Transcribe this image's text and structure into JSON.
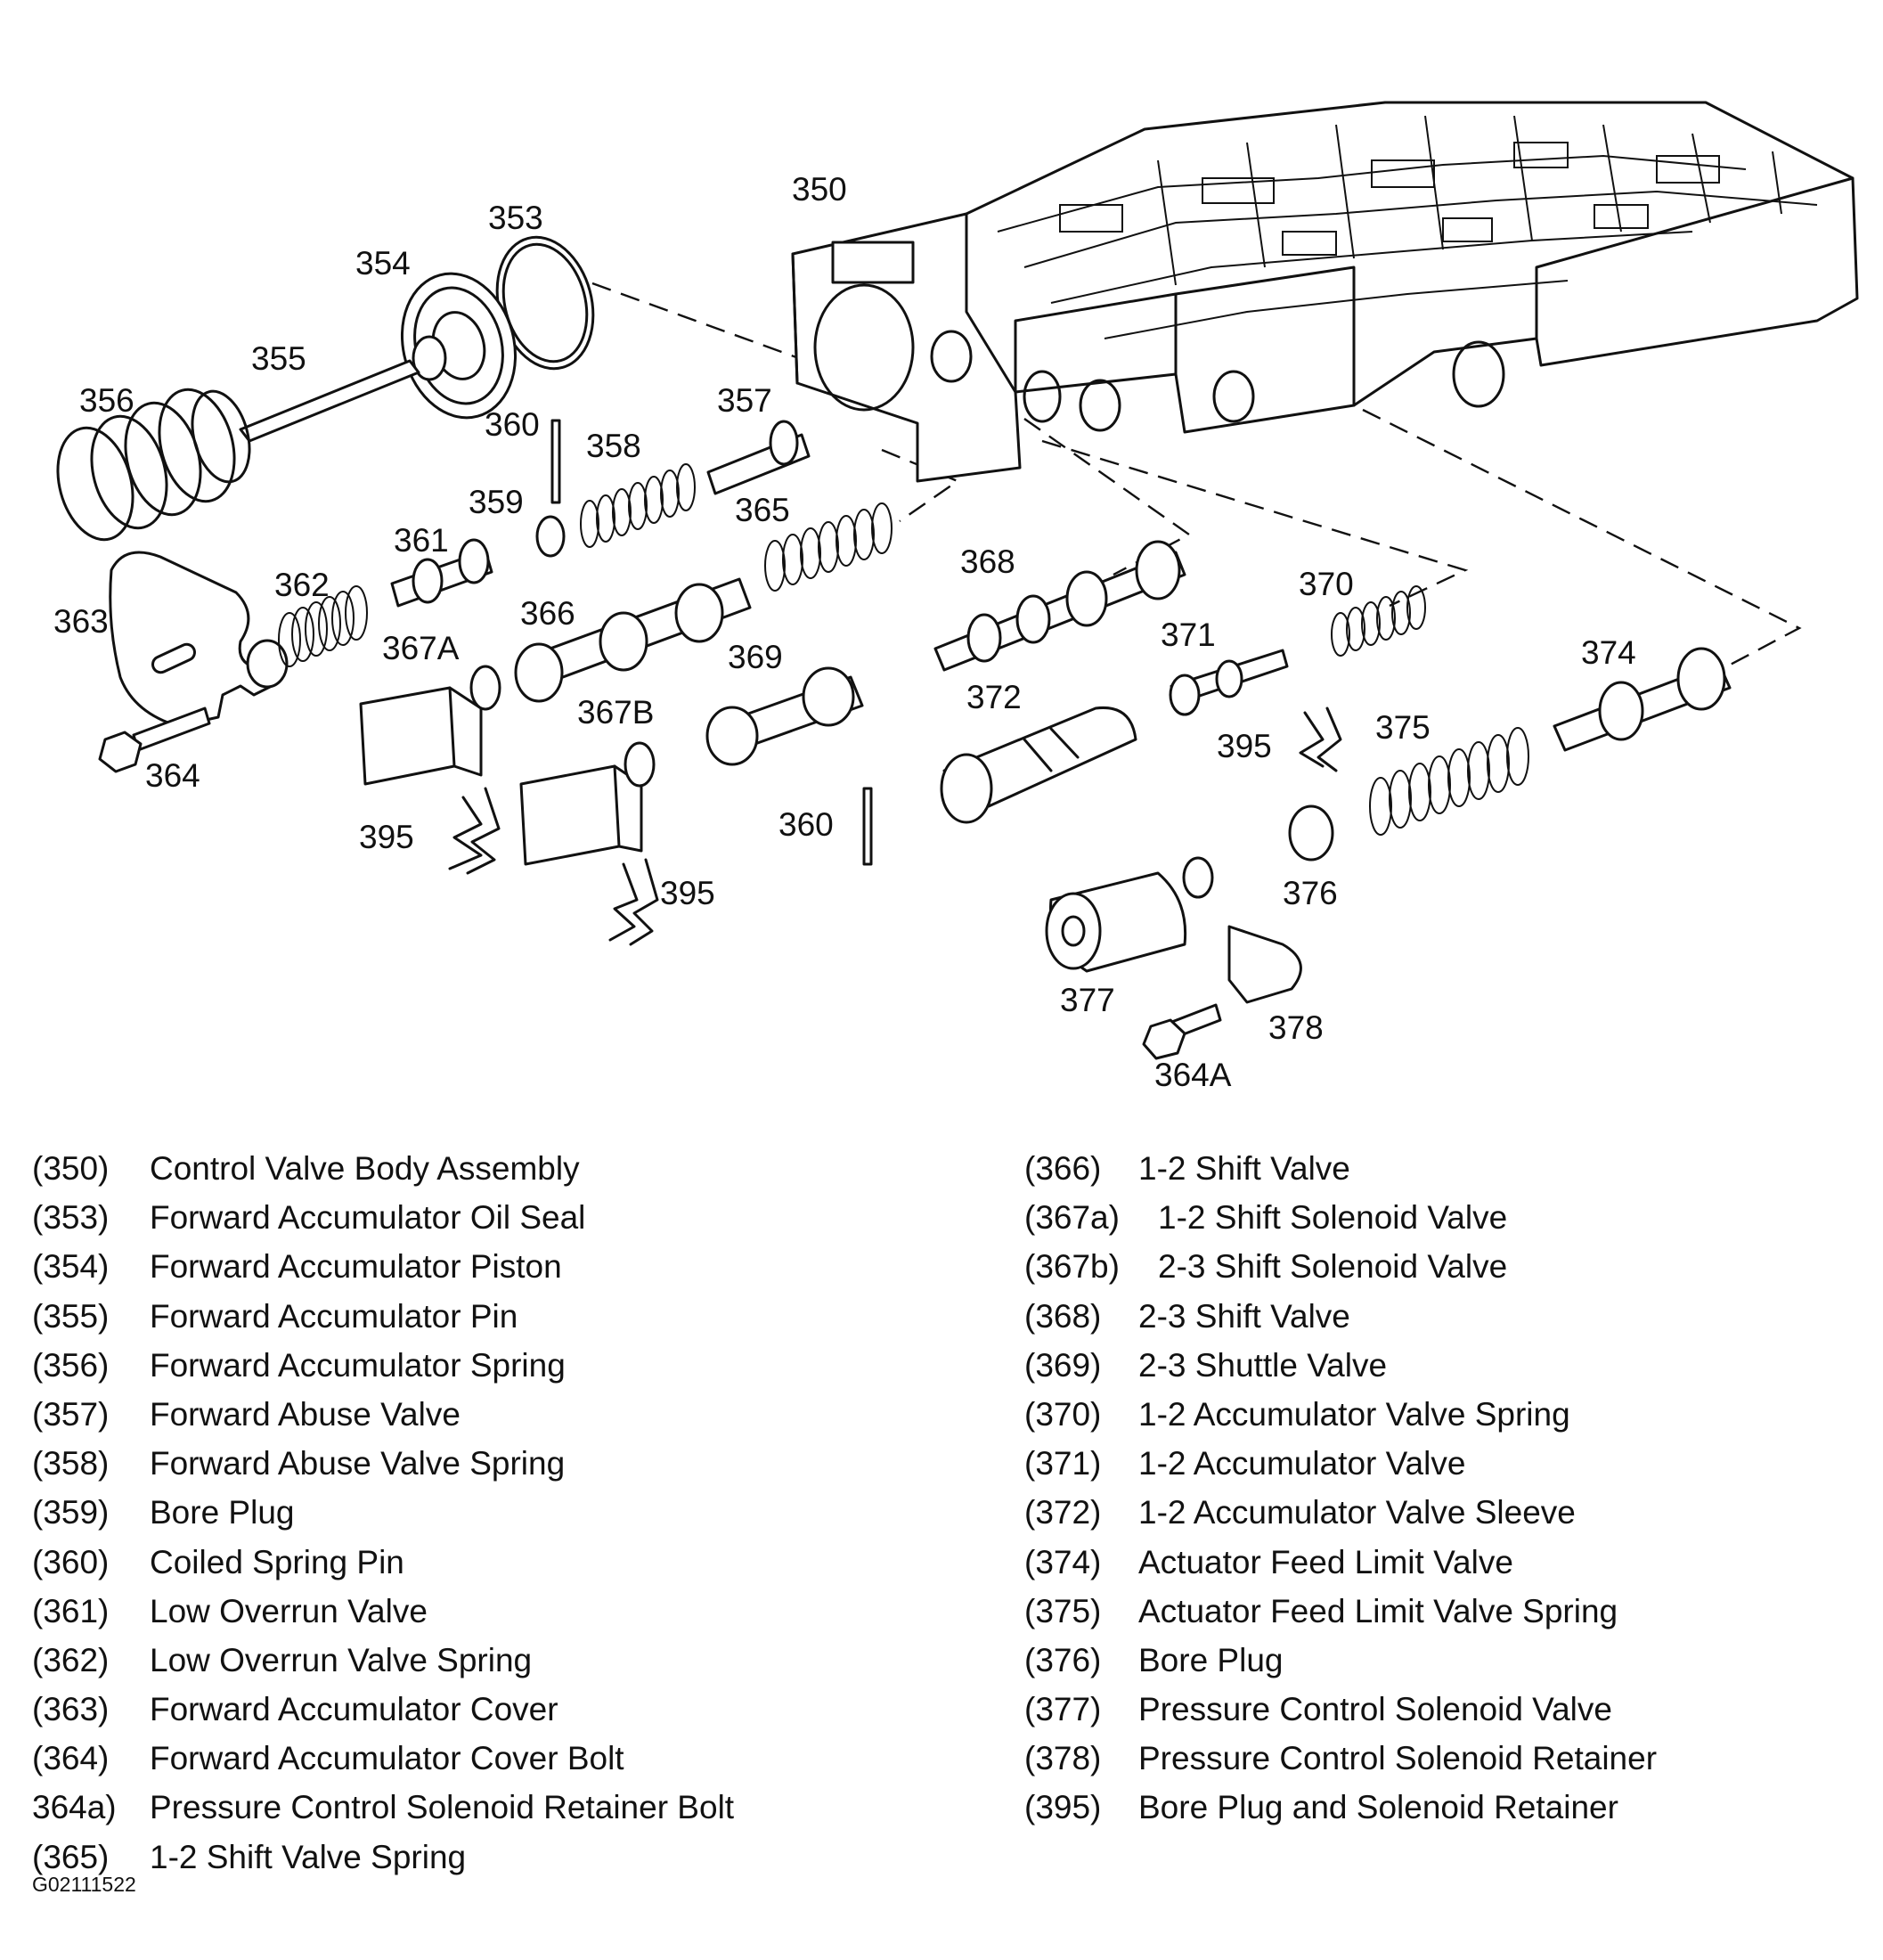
{
  "callouts": {
    "c350": "350",
    "c353": "353",
    "c354": "354",
    "c355": "355",
    "c356": "356",
    "c357": "357",
    "c358": "358",
    "c359": "359",
    "c360a": "360",
    "c360b": "360",
    "c361": "361",
    "c362": "362",
    "c363": "363",
    "c364": "364",
    "c364A": "364A",
    "c365": "365",
    "c366": "366",
    "c367A": "367A",
    "c367B": "367B",
    "c368": "368",
    "c369": "369",
    "c370": "370",
    "c371": "371",
    "c372": "372",
    "c374": "374",
    "c375": "375",
    "c376": "376",
    "c377": "377",
    "c378": "378",
    "c395a": "395",
    "c395b": "395",
    "c395c": "395"
  },
  "legend_left": [
    {
      "code": "(350)",
      "name": "Control Valve Body Assembly"
    },
    {
      "code": "(353)",
      "name": "Forward Accumulator Oil Seal"
    },
    {
      "code": "(354)",
      "name": "Forward Accumulator Piston"
    },
    {
      "code": "(355)",
      "name": "Forward Accumulator Pin"
    },
    {
      "code": "(356)",
      "name": "Forward Accumulator Spring"
    },
    {
      "code": "(357)",
      "name": "Forward Abuse Valve"
    },
    {
      "code": "(358)",
      "name": "Forward Abuse Valve Spring"
    },
    {
      "code": "(359)",
      "name": "Bore Plug"
    },
    {
      "code": "(360)",
      "name": "Coiled Spring Pin"
    },
    {
      "code": "(361)",
      "name": "Low Overrun Valve"
    },
    {
      "code": "(362)",
      "name": "Low Overrun Valve Spring"
    },
    {
      "code": "(363)",
      "name": "Forward Accumulator Cover"
    },
    {
      "code": "(364)",
      "name": "Forward Accumulator Cover Bolt"
    },
    {
      "code": "364a)",
      "name": "Pressure Control Solenoid Retainer Bolt"
    },
    {
      "code": "(365)",
      "name": "1-2 Shift Valve Spring"
    }
  ],
  "legend_right": [
    {
      "code": "(366)",
      "name": "1-2 Shift Valve"
    },
    {
      "code": "(367a)",
      "name": "1-2 Shift Solenoid Valve"
    },
    {
      "code": "(367b)",
      "name": "2-3 Shift Solenoid Valve"
    },
    {
      "code": "(368)",
      "name": "2-3 Shift Valve"
    },
    {
      "code": "(369)",
      "name": "2-3 Shuttle Valve"
    },
    {
      "code": "(370)",
      "name": "1-2 Accumulator Valve Spring"
    },
    {
      "code": "(371)",
      "name": "1-2 Accumulator Valve"
    },
    {
      "code": "(372)",
      "name": "1-2 Accumulator Valve Sleeve"
    },
    {
      "code": "(374)",
      "name": "Actuator Feed Limit Valve"
    },
    {
      "code": "(375)",
      "name": "Actuator Feed Limit Valve Spring"
    },
    {
      "code": "(376)",
      "name": "Bore Plug"
    },
    {
      "code": "(377)",
      "name": "Pressure Control Solenoid Valve"
    },
    {
      "code": "(378)",
      "name": "Pressure Control Solenoid Retainer"
    },
    {
      "code": "(395)",
      "name": "Bore Plug and Solenoid Retainer"
    }
  ],
  "figure_id": "G02111522"
}
